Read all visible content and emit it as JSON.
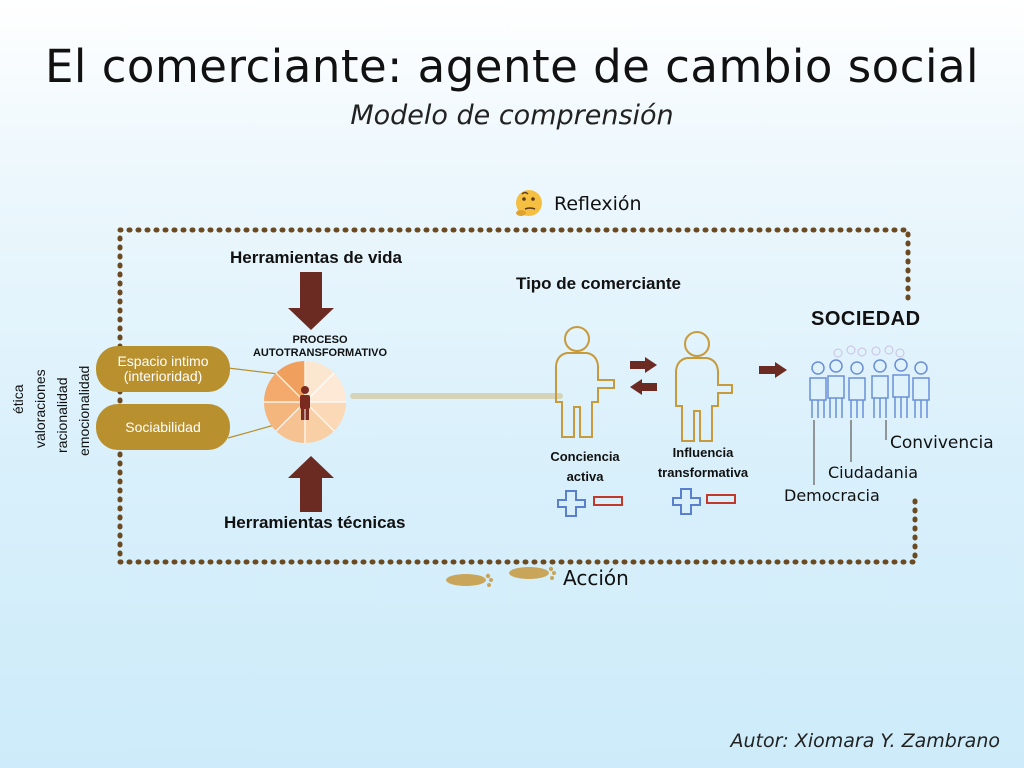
{
  "title": "El comerciante:  agente de cambio social",
  "subtitle": "Modelo de comprensión",
  "reflection_label": "Reflexión",
  "action_label": "Acción",
  "tools_life": "Herramientas de vida",
  "tools_technical": "Herramientas técnicas",
  "process_label_line1": "PROCESO",
  "process_label_line2": "AUTOTRANSFORMATIVO",
  "intimate_space_line1": "Espacio intimo",
  "intimate_space_line2": "(interioridad)",
  "sociability": "Sociabilidad",
  "vertical_labels": [
    "ética",
    "valoraciones",
    "racionalidad",
    "emocionalidad"
  ],
  "merchant_type_title": "Tipo de comerciante",
  "merchant_types": [
    {
      "line1": "Conciencia",
      "line2": "activa"
    },
    {
      "line1": "Influencia",
      "line2": "transformativa"
    }
  ],
  "society_title": "SOCIEDAD",
  "society_values": [
    "Convivencia",
    "Ciudadania",
    "Democracia"
  ],
  "author": "Autor: Xiomara Y. Zambrano",
  "colors": {
    "arrow_brown": "#6b2a22",
    "gold": "#b8902e",
    "dotted_border": "#6b4a22",
    "people_blue": "#5b7fcf",
    "figure_gold": "#c79b3c",
    "plus_blue": "#5b7fcf",
    "minus_red": "#c0392b",
    "wheel_orange": "#f0a860"
  },
  "icons": [
    "thinking-face-icon",
    "footprints-icon",
    "person-icon",
    "crowd-icon",
    "plus-icon",
    "minus-icon"
  ]
}
